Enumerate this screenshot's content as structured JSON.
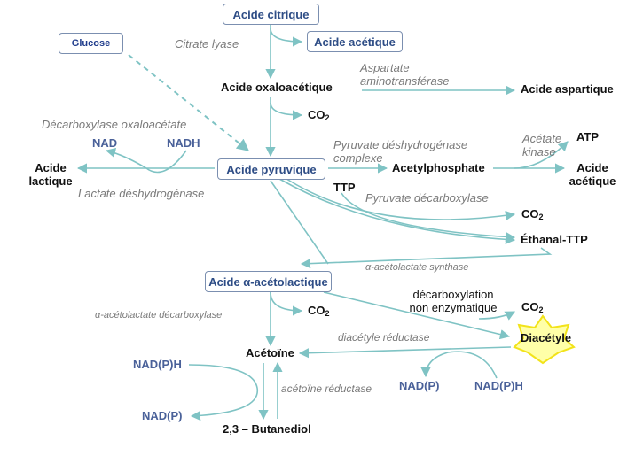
{
  "boxes": {
    "acide_citrique": "Acide citrique",
    "acide_acetique_top": "Acide acétique",
    "glucose": "Glucose",
    "acide_pyruvique": "Acide pyruvique",
    "acide_alpha_acetolactique": "Acide α-acétolactique"
  },
  "metabolites": {
    "acide_oxaloacetique": "Acide oxaloacétique",
    "acide_aspartique": "Acide aspartique",
    "co2_label": "CO",
    "co2_sub": "2",
    "atp": "ATP",
    "acide_lactique_1": "Acide",
    "acide_lactique_2": "lactique",
    "acetylphosphate": "Acetylphosphate",
    "acide_acetique_right_1": "Acide",
    "acide_acetique_right_2": "acétique",
    "ttp": "TTP",
    "ethanal_ttp": "Éthanal-TTP",
    "diacetyle": "Diacétyle",
    "acetoine": "Acétoïne",
    "butanediol": "2,3 – Butanediol"
  },
  "cofactors": {
    "nad": "NAD",
    "nadh": "NADH",
    "nadph_left": "NAD(P)H",
    "nadp_left": "NAD(P)",
    "nadp_right": "NAD(P)",
    "nadph_right": "NAD(P)H"
  },
  "enzymes": {
    "citrate_lyase": "Citrate lyase",
    "aspartate_1": "Aspartate",
    "aspartate_2": "aminotransférase",
    "decarboxylase_oxalo": "Décarboxylase oxaloacétate",
    "pyruvate_dh_1": "Pyruvate déshydrogénase",
    "pyruvate_dh_2": "complexe",
    "acetate_kinase_1": "Acétate",
    "acetate_kinase_2": "kinase",
    "lactate_dh": "Lactate déshydrogénase",
    "pyruvate_decarboxylase": "Pyruvate décarboxylase",
    "acetolactate_synthase": "α-acétolactate synthase",
    "acetolactate_decarboxylase": "α-acétolactate décarboxylase",
    "diacetyle_reductase": "diacétyle réductase",
    "acetoine_reductase": "acétoïne réductase"
  },
  "notes": {
    "decarboxylation_1": "décarboxylation",
    "decarboxylation_2": "non enzymatique"
  },
  "colors": {
    "arrow": "#7fc3c4",
    "box_border": "#7b8fb0",
    "box_text": "#2e4d86",
    "cofactor": "#4a6199",
    "enzyme": "#7a7a7a",
    "star_fill": "#ffffa8",
    "star_stroke": "#f2e31a"
  }
}
